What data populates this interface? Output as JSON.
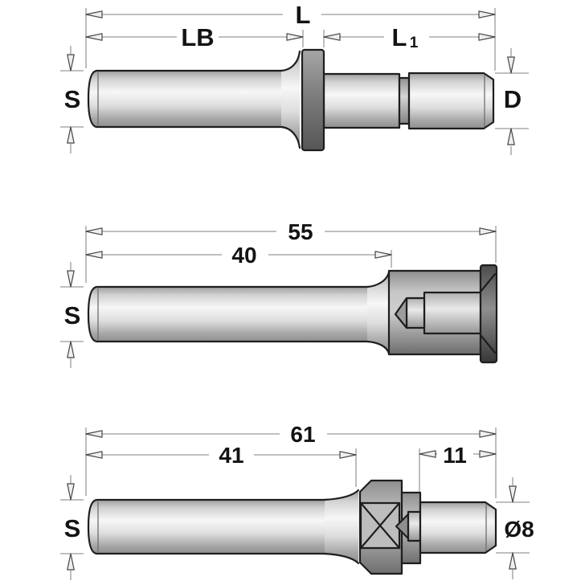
{
  "figure": {
    "background_color": "#ffffff",
    "dimension_line_color": "#9a9a9a",
    "outline_color": "#1e1e1e",
    "text_color": "#131313",
    "metal_highlight_color": "#f7f7f7",
    "metal_shadow_color": "#8f8f8f",
    "dark_part_color": "#5a5a5a",
    "views": [
      {
        "id": "top-arbor",
        "labels": {
          "length_total": "L",
          "length_body": "LB",
          "length_thread_main": "L",
          "length_thread_sub": "1",
          "shank_diameter": "S",
          "thread_diameter": "D"
        }
      },
      {
        "id": "middle-arbor",
        "labels": {
          "length_total": "55",
          "length_body": "40",
          "shank_diameter": "S"
        }
      },
      {
        "id": "bottom-arbor",
        "labels": {
          "length_total": "61",
          "length_body": "41",
          "length_stud": "11",
          "shank_diameter": "S",
          "stud_diameter": "Ø8"
        }
      }
    ]
  }
}
